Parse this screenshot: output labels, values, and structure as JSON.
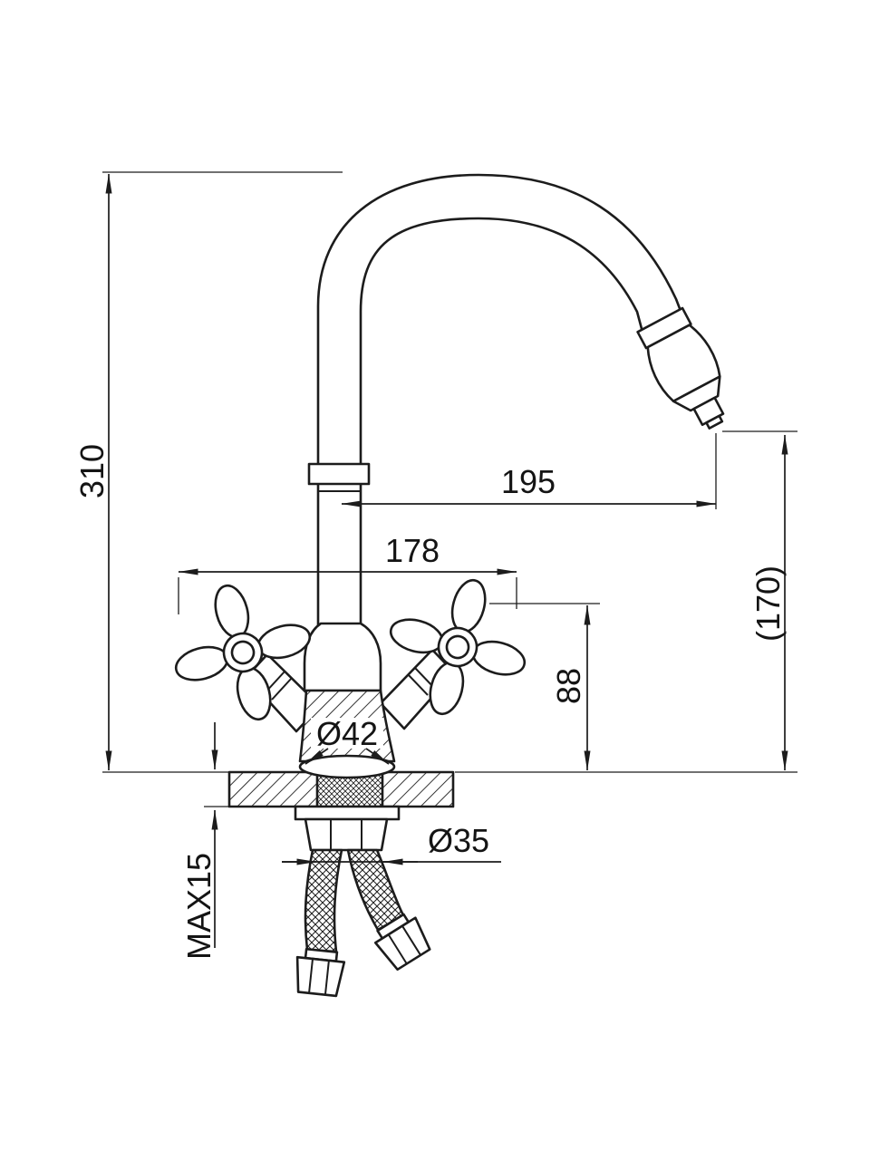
{
  "page": {
    "background": "#ffffff"
  },
  "drawing": {
    "line_color": "#1c1c1c",
    "dimensions": {
      "total_height": "310",
      "spout_reach": "195",
      "handle_span": "178",
      "outlet_height": "(170)",
      "body_height": "88",
      "base_diameter": "Ø42",
      "shank_diameter": "Ø35",
      "max_deck_thickness": "MAX15"
    }
  }
}
